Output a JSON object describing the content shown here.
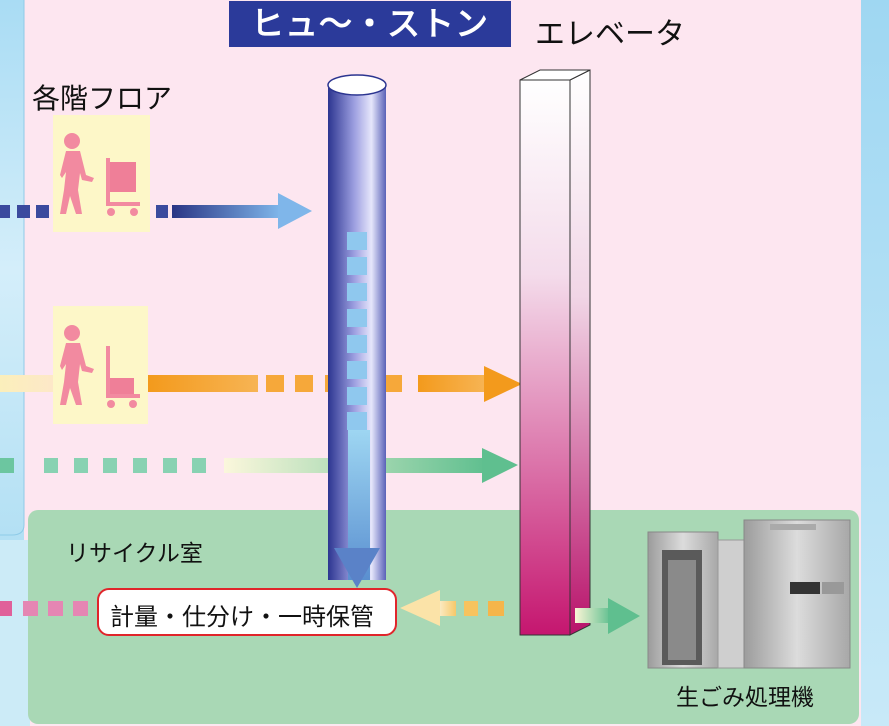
{
  "title": {
    "main": "ヒュ〜・ストン",
    "sub": "エレベータ"
  },
  "labels": {
    "floors": "各階フロア",
    "recycle_room": "リサイクル室",
    "process": "計量・仕分け・一時保管",
    "garbage_machine": "生ごみ処理機"
  },
  "colors": {
    "floor_background": "#fde6f0",
    "left_side_panel": "#bfe3f5",
    "recycle_room_background": "#a9d8b5",
    "title_box": "#2b3a9a",
    "flow_navy": "#2a3585",
    "flow_orange": "#f39a1c",
    "flow_green": "#5fbf8f",
    "flow_pink": "#e0609a",
    "elevator_base": "#c5166f",
    "process_border": "#e0252b"
  },
  "icons": [
    "worker-with-cart-icon",
    "garbage-processing-machine-icon",
    "chute-tube-icon",
    "elevator-shaft-icon"
  ]
}
